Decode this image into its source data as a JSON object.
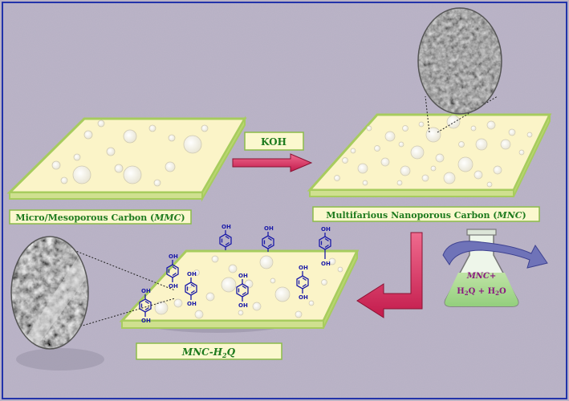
{
  "colors": {
    "background": "#b7b0c4",
    "plate_top": "#fbf4c8",
    "plate_edge": "#a7cc5e",
    "label_text": "#1d7a1d",
    "molecule": "#1a1aa8",
    "arrow": "#d8265c"
  },
  "labels": {
    "mmc_prefix": "Micro/Mesoporous Carbon (",
    "mmc_abbr": "MMC",
    "mmc_suffix": ")",
    "mnc_prefix": "Multifarious Nanoporous Carbon (",
    "mnc_abbr": "MNC",
    "mnc_suffix": ")",
    "koh": "KOH",
    "final_main": "MNC-H",
    "final_sub": "2",
    "final_end": "Q"
  },
  "flask": {
    "line1": "MNC+",
    "line2_a": "H",
    "line2_s1": "2",
    "line2_b": "Q + H",
    "line2_s2": "2",
    "line2_c": "O"
  },
  "molecule_text": {
    "oh": "OH"
  },
  "icons": [
    "sem-image-top",
    "sem-image-left",
    "flask-icon",
    "curved-arrow-icon",
    "pink-arrow-right",
    "pink-arrow-down-left",
    "hydroquinone-molecule"
  ]
}
